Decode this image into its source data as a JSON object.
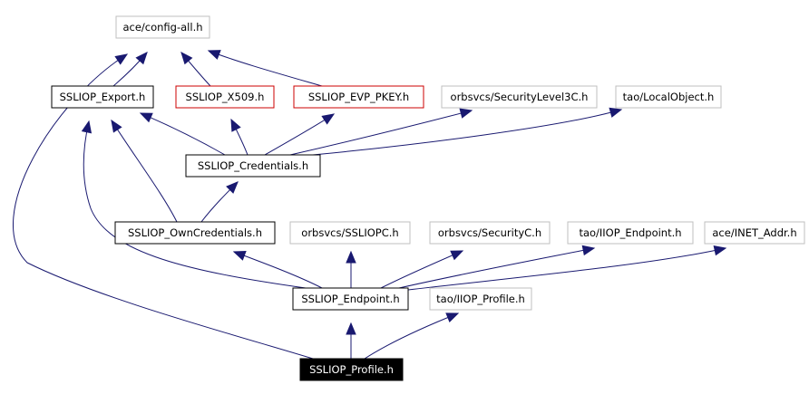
{
  "diagram": {
    "colors": {
      "edge": "#191970",
      "normal_border": "#000000",
      "missing_border": "#bfbfbf",
      "undocumented_border": "#cc0000",
      "focus_fill": "#000000",
      "focus_text": "#ffffff"
    },
    "nodes": [
      {
        "id": "config_all",
        "label": "ace/config-all.h",
        "kind": "missing"
      },
      {
        "id": "export",
        "label": "SSLIOP_Export.h",
        "kind": "normal"
      },
      {
        "id": "x509",
        "label": "SSLIOP_X509.h",
        "kind": "undocumented"
      },
      {
        "id": "evp_pkey",
        "label": "SSLIOP_EVP_PKEY.h",
        "kind": "undocumented"
      },
      {
        "id": "securitylevel3c",
        "label": "orbsvcs/SecurityLevel3C.h",
        "kind": "missing"
      },
      {
        "id": "localobject",
        "label": "tao/LocalObject.h",
        "kind": "missing"
      },
      {
        "id": "credentials",
        "label": "SSLIOP_Credentials.h",
        "kind": "normal"
      },
      {
        "id": "owncredentials",
        "label": "SSLIOP_OwnCredentials.h",
        "kind": "normal"
      },
      {
        "id": "ssliopc",
        "label": "orbsvcs/SSLIOPC.h",
        "kind": "missing"
      },
      {
        "id": "securityc",
        "label": "orbsvcs/SecurityC.h",
        "kind": "missing"
      },
      {
        "id": "iiop_endpoint",
        "label": "tao/IIOP_Endpoint.h",
        "kind": "missing"
      },
      {
        "id": "inet_addr",
        "label": "ace/INET_Addr.h",
        "kind": "missing"
      },
      {
        "id": "endpoint",
        "label": "SSLIOP_Endpoint.h",
        "kind": "normal"
      },
      {
        "id": "iiop_profile",
        "label": "tao/IIOP_Profile.h",
        "kind": "missing"
      },
      {
        "id": "profile",
        "label": "SSLIOP_Profile.h",
        "kind": "focus"
      }
    ],
    "edges": [
      {
        "from": "profile",
        "to": "config_all"
      },
      {
        "from": "profile",
        "to": "endpoint"
      },
      {
        "from": "profile",
        "to": "iiop_profile"
      },
      {
        "from": "endpoint",
        "to": "export"
      },
      {
        "from": "endpoint",
        "to": "owncredentials"
      },
      {
        "from": "endpoint",
        "to": "ssliopc"
      },
      {
        "from": "endpoint",
        "to": "securityc"
      },
      {
        "from": "endpoint",
        "to": "iiop_endpoint"
      },
      {
        "from": "endpoint",
        "to": "inet_addr"
      },
      {
        "from": "owncredentials",
        "to": "export"
      },
      {
        "from": "owncredentials",
        "to": "credentials"
      },
      {
        "from": "credentials",
        "to": "export"
      },
      {
        "from": "credentials",
        "to": "x509"
      },
      {
        "from": "credentials",
        "to": "evp_pkey"
      },
      {
        "from": "credentials",
        "to": "securitylevel3c"
      },
      {
        "from": "credentials",
        "to": "localobject"
      },
      {
        "from": "export",
        "to": "config_all"
      },
      {
        "from": "x509",
        "to": "config_all"
      },
      {
        "from": "evp_pkey",
        "to": "config_all"
      }
    ]
  }
}
